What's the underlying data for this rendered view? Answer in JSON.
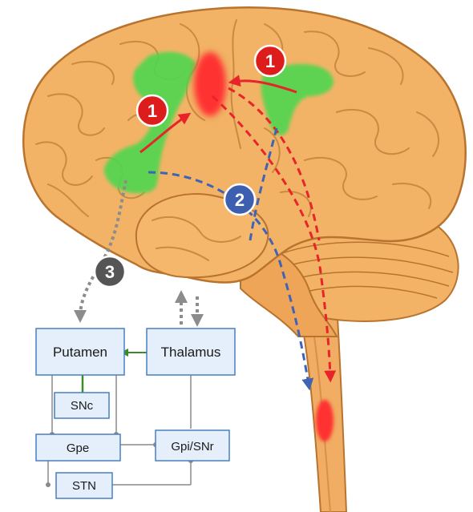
{
  "colors": {
    "brain_fill": "#f2b366",
    "brain_stroke": "#b8742f",
    "green_area": "#4fd64f",
    "red_area": "#ff3030",
    "red_arrow": "#e8242a",
    "blue_arrow": "#3f63b5",
    "grey_arrow": "#8c8c8c",
    "box_fill": "#e4effb",
    "box_stroke": "#4a7fc0",
    "green_line": "#3c8a2a"
  },
  "badges": [
    {
      "id": "badge-1-left",
      "label": "1",
      "color": "#dd1c1c"
    },
    {
      "id": "badge-1-right",
      "label": "1",
      "color": "#dd1c1c"
    },
    {
      "id": "badge-2",
      "label": "2",
      "color": "#3c5fb0"
    },
    {
      "id": "badge-3",
      "label": "3",
      "color": "#555555"
    }
  ],
  "boxes": {
    "putamen": "Putamen",
    "thalamus": "Thalamus",
    "snc": "SNc",
    "gpe": "Gpe",
    "gpi_snr": "Gpi/SNr",
    "stn": "STN"
  }
}
